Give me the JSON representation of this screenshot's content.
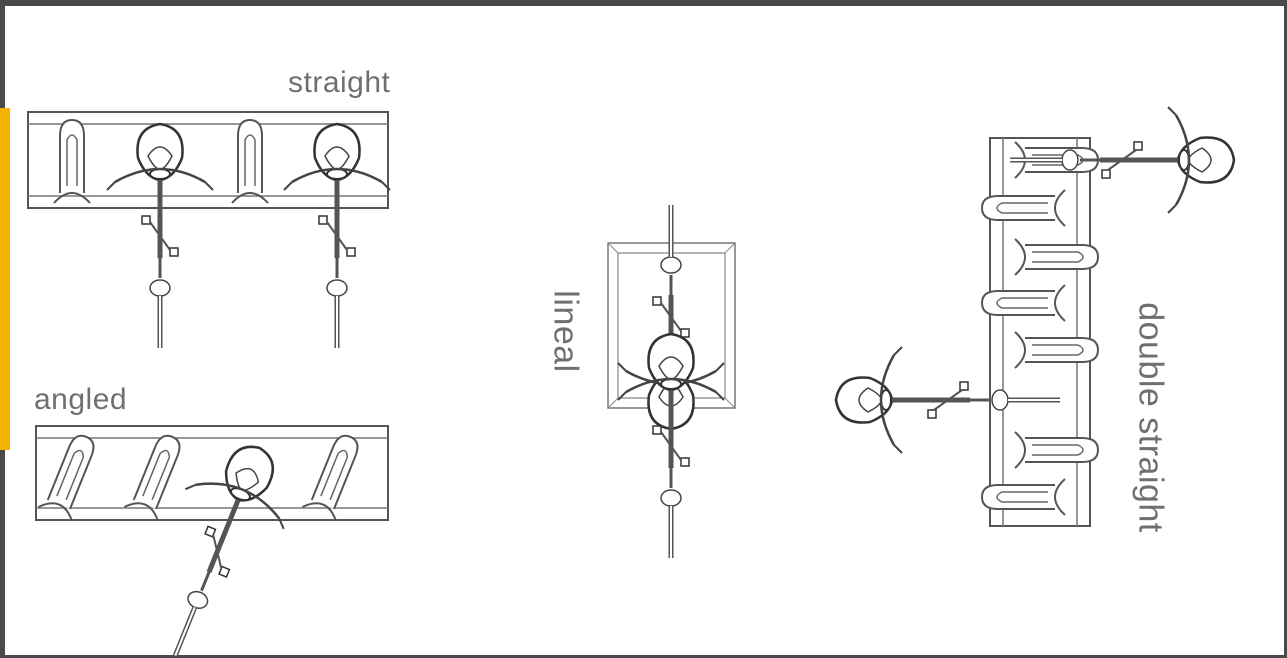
{
  "labels": {
    "straight": "straight",
    "angled": "angled",
    "lineal": "lineal",
    "double_straight": "double straight"
  },
  "colors": {
    "frame": "#4a4a4a",
    "accent": "#f4b400",
    "line": "#555555",
    "text": "#6f6f6f"
  }
}
